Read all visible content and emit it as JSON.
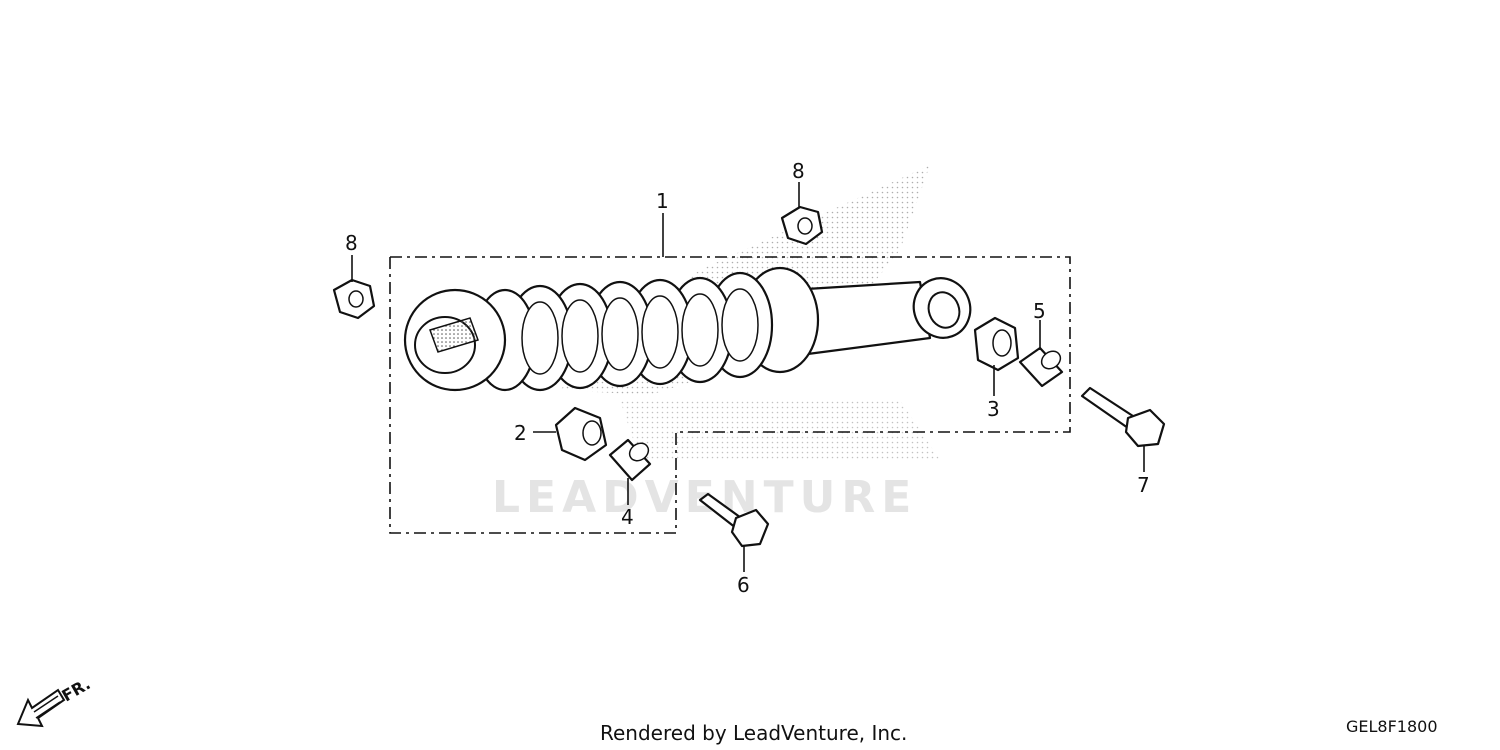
{
  "diagram": {
    "callouts": [
      {
        "number": "1"
      },
      {
        "number": "2"
      },
      {
        "number": "3"
      },
      {
        "number": "4"
      },
      {
        "number": "5"
      },
      {
        "number": "6"
      },
      {
        "number": "7"
      },
      {
        "number": "8"
      },
      {
        "number": "8"
      }
    ],
    "watermark": "LEADVENTURE",
    "front_indicator": "FR.",
    "footer": "Rendered by LeadVenture, Inc.",
    "diagram_code": "GEL8F1800"
  }
}
